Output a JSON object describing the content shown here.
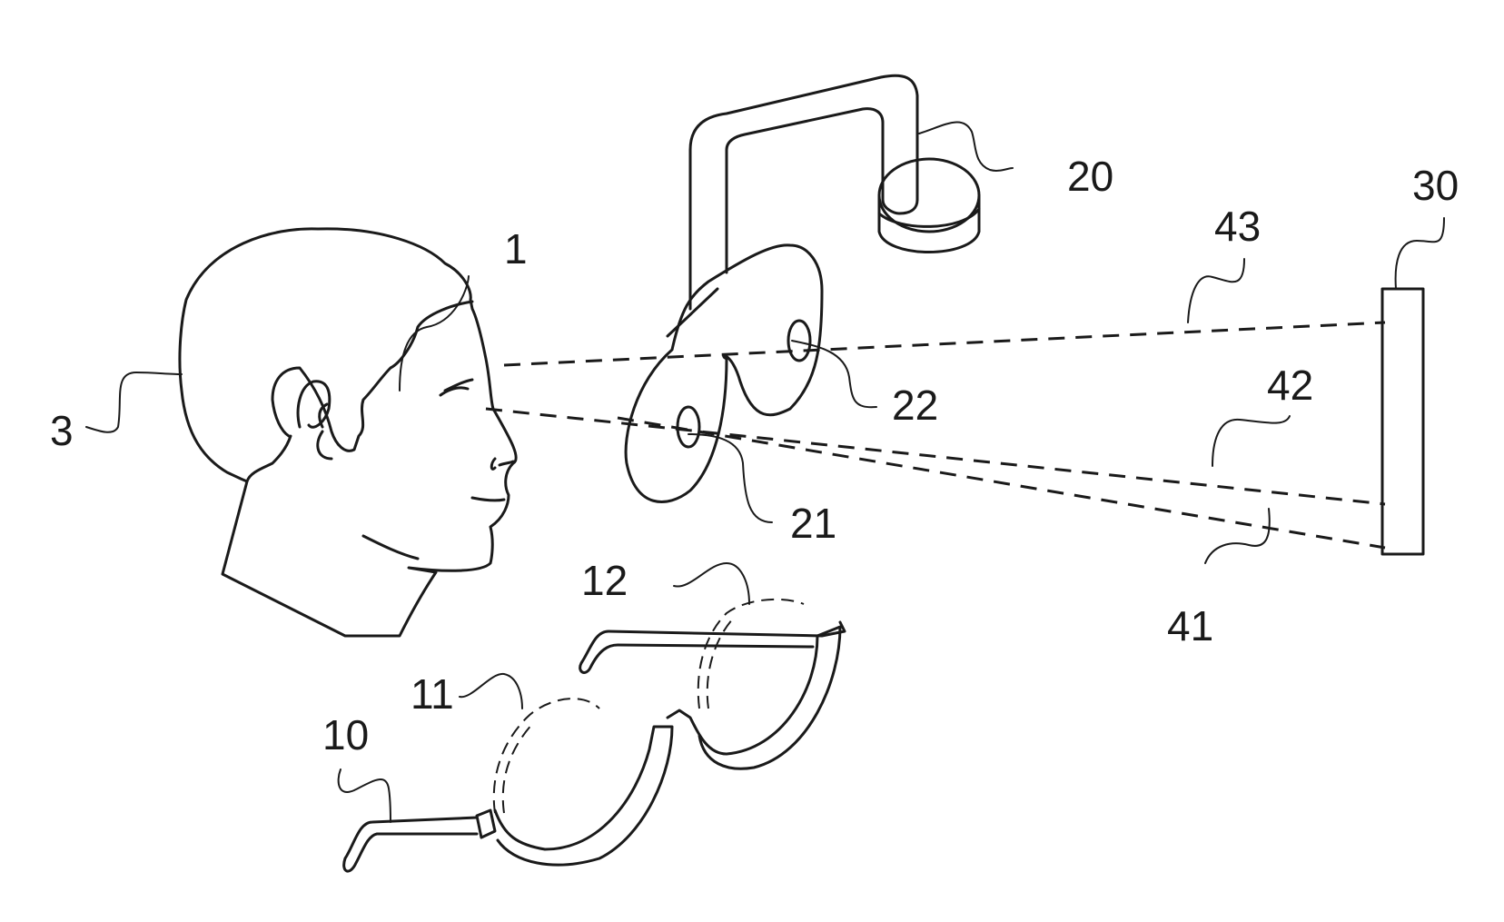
{
  "figure": {
    "labels": {
      "eye": "1",
      "head": "3",
      "spectacle_frame": "10",
      "left_lens": "11",
      "right_lens": "12",
      "device": "20",
      "aperture_left": "21",
      "aperture_right": "22",
      "target": "30",
      "line_41": "41",
      "line_42": "42",
      "line_43": "43"
    }
  }
}
